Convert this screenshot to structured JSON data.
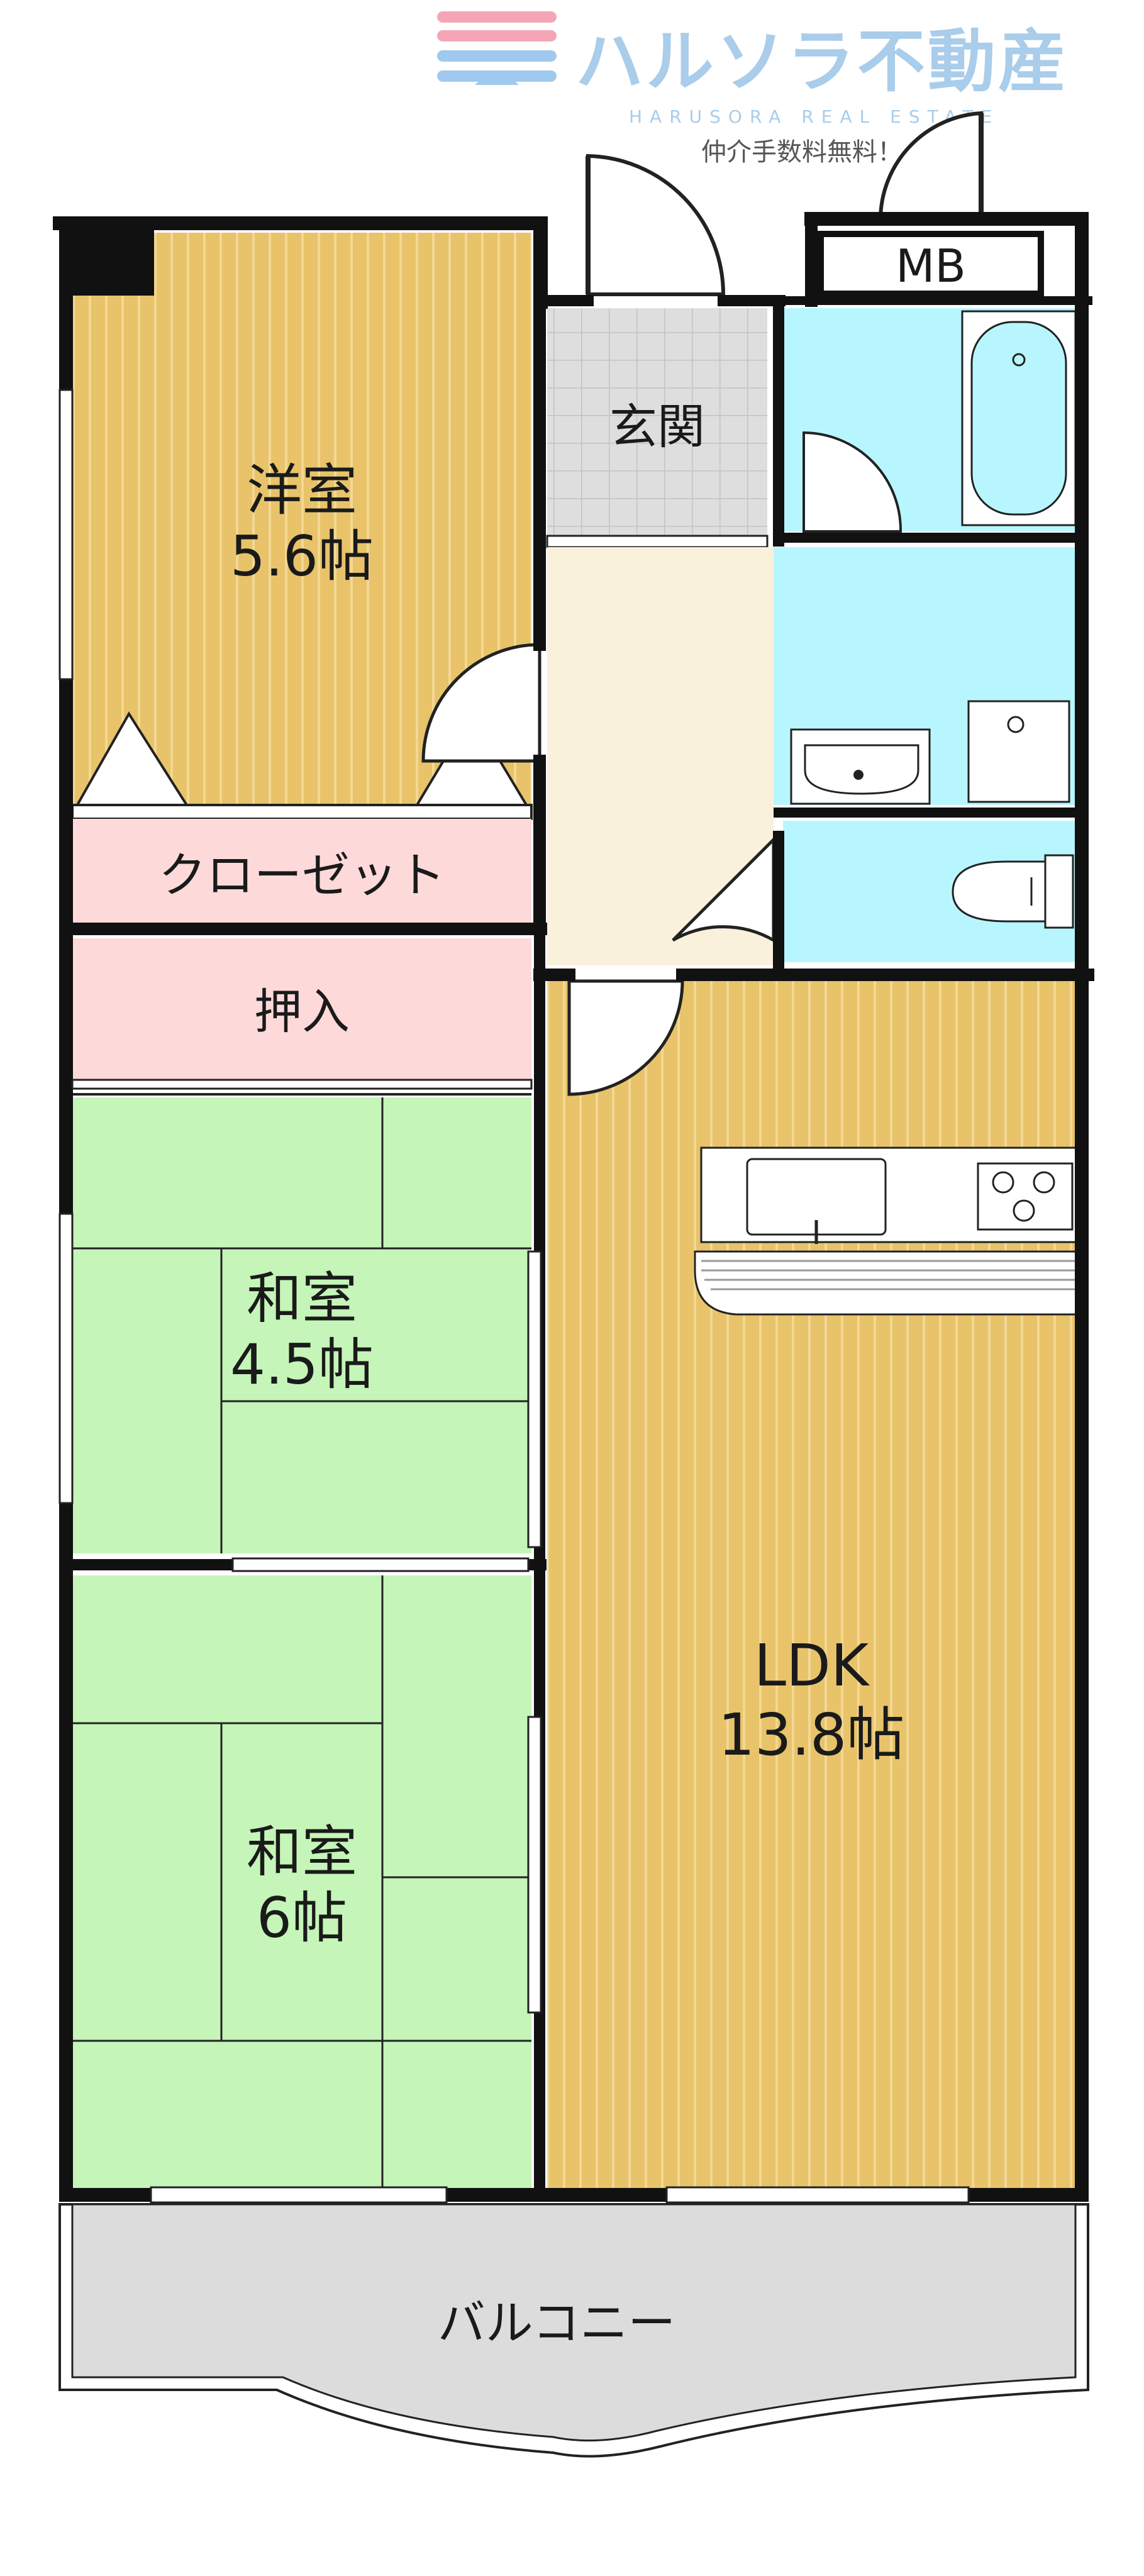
{
  "brand": {
    "name": "ハルソラ不動産",
    "name_en": "HARUSORA REAL ESTATE",
    "tagline": "仲介手数料無料！",
    "colors": {
      "pink": "#f4a6b6",
      "blue": "#9fc9ee",
      "text": "#a9cdea",
      "tagline": "#555555"
    }
  },
  "rooms": {
    "yoshitsu": {
      "name": "洋室",
      "size": "5.6帖"
    },
    "closet": {
      "name": "クローゼット"
    },
    "oshiire": {
      "name": "押入"
    },
    "washitsu1": {
      "name": "和室",
      "size": "4.5帖"
    },
    "washitsu2": {
      "name": "和室",
      "size": "6帖"
    },
    "genkan": {
      "name": "玄関"
    },
    "mb": {
      "name": "MB"
    },
    "ldk": {
      "name": "LDK",
      "size": "13.8帖"
    },
    "balcony": {
      "name": "バルコニー"
    }
  },
  "colors": {
    "wood": "#e8c36a",
    "wood_line": "#f2d58f",
    "tatami": "#c5f5b8",
    "closet": "#fdd9d9",
    "wet": "#b8f6ff",
    "hall": "#f9f1dc",
    "genkan": "#dedede",
    "balcony": "#dcdcdc",
    "wall": "#111111"
  }
}
